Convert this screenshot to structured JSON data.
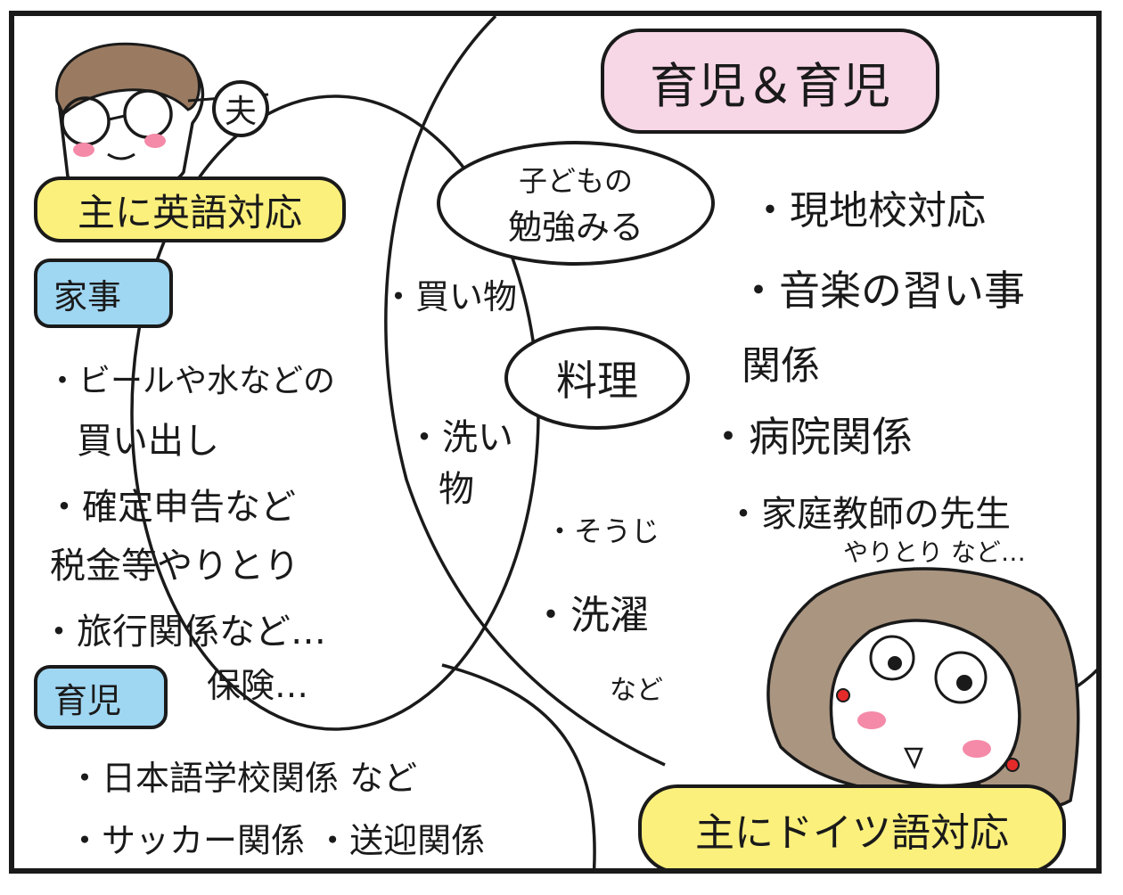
{
  "colors": {
    "pink": "#f7d6e6",
    "yellow": "#fbf07c",
    "blue": "#9fd6f2",
    "hair_husband": "#9a7b62",
    "hair_wife": "#aa9580",
    "cheek": "#f48aa8",
    "earring": "#e52a2a",
    "line": "#1a1a1a"
  },
  "husband": {
    "badge": "夫",
    "speech": "主に英語対応"
  },
  "wife": {
    "speech": "主にドイツ語対応"
  },
  "childcare_both": {
    "title": "育児＆育児",
    "items": [
      "・現地校対応",
      "・音楽の習い事",
      "関係",
      "・病院関係",
      "・家庭教師の先生",
      "やりとり など…"
    ]
  },
  "shared": {
    "study": [
      "子どもの",
      "勉強みる"
    ],
    "shopping": "・買い物",
    "cooking": "料理",
    "dishes": [
      "・洗い",
      "物"
    ]
  },
  "wife_only": {
    "cleaning": "・そうじ",
    "laundry": "・洗濯",
    "laundry_etc": "など"
  },
  "housework": {
    "label": "家事",
    "items": [
      "・ビールや水などの",
      "買い出し",
      "・確定申告など",
      "税金等やりとり",
      "・旅行関係など…",
      "保険…"
    ]
  },
  "childcare": {
    "label": "育児",
    "items": [
      "・日本語学校関係 など",
      "・サッカー関係 ・送迎関係"
    ]
  }
}
